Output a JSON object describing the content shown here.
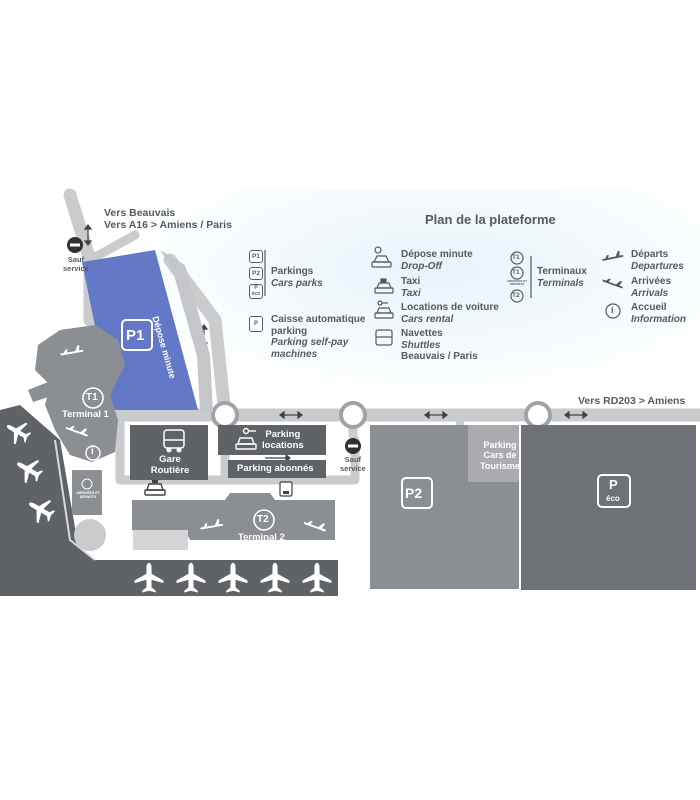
{
  "title": "Plan de la plateforme",
  "roads": {
    "north": "Vers Beauvais\nVers A16 > Amiens / Paris",
    "east": "Vers RD203 > Amiens"
  },
  "map": {
    "sauf_service_1": "Sauf\nservice",
    "sauf_service_2": "Sauf\nservice",
    "p1": "P1",
    "p2": "P2",
    "peco": "P",
    "peco_sub": "éco",
    "depose_minute": "Dépose minute",
    "terminal1": "Terminal 1",
    "t1_badge": "T1",
    "t1_small_note": "ARRIVÉES ET DÉPARTS",
    "terminal2": "Terminal 2",
    "t2_badge": "T2",
    "gare_routiere": "Gare\nRoutière",
    "parking_locations": "Parking\nlocations",
    "parking_abonnes": "Parking abonnés",
    "parking_cars_tourisme": "Parking\nCars de\nTourisme",
    "info": "i"
  },
  "legend": {
    "parkings_fr": "Parkings",
    "parkings_en": "Cars parks",
    "parking_badges": [
      "P1",
      "P2",
      "P"
    ],
    "parking_eco": "éco",
    "caisse_fr": "Caisse automatique\nparking",
    "caisse_en": "Parking self-pay\nmachines",
    "depose_fr": "Dépose minute",
    "depose_en": "Drop-Off",
    "taxi_fr": "Taxi",
    "taxi_en": "Taxi",
    "location_fr": "Locations de voiture",
    "location_en": "Cars rental",
    "navettes_fr": "Navettes",
    "navettes_en": "Shuttles",
    "navettes_dest": "Beauvais / Paris",
    "terminaux_badges": [
      "T1",
      "T1",
      "T2"
    ],
    "terminaux_small": "ARRIVÉES ET DÉPARTS",
    "terminaux_fr": "Terminaux",
    "terminaux_en": "Terminals",
    "departs_fr": "Départs",
    "departs_en": "Departures",
    "arrivees_fr": "Arrivées",
    "arrivees_en": "Arrivals",
    "accueil_fr": "Accueil",
    "accueil_en": "Information",
    "accueil_icon": "i"
  },
  "colors": {
    "p1_blue": "#6379c7",
    "dark_gray": "#5f6266",
    "mid_gray": "#7d8084",
    "light_gray": "#a9abae",
    "road": "#c9cbcd",
    "text": "#555a60"
  }
}
